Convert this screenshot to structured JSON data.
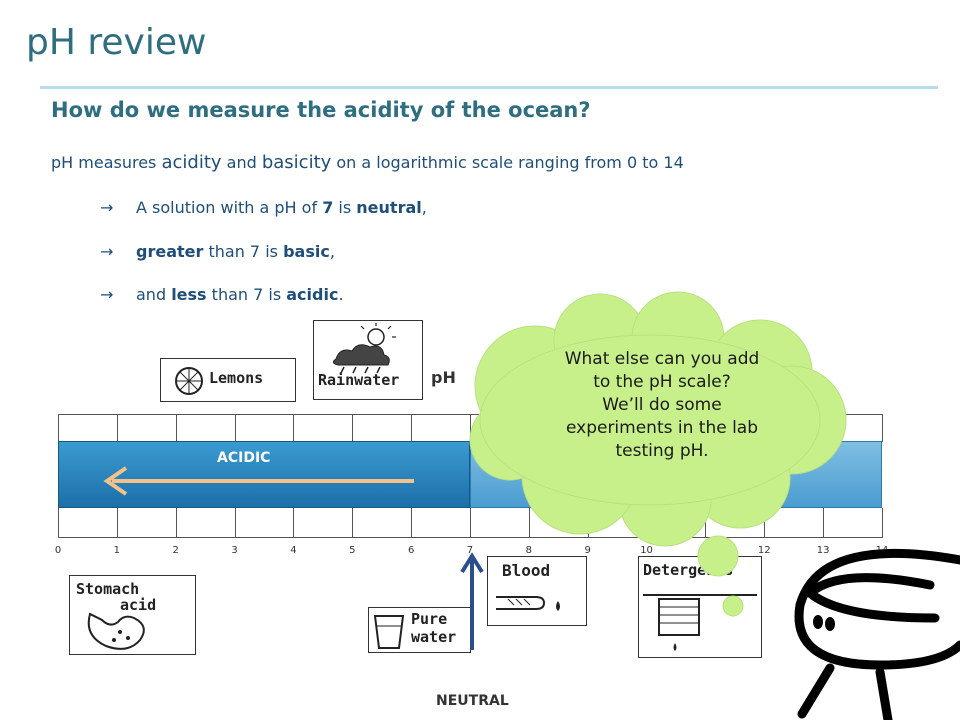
{
  "slide": {
    "title": "pH review",
    "subtitle": "How do we measure the acidity of the ocean?"
  },
  "intro": {
    "p1": "pH measures ",
    "acidity": "acidity",
    "p2": " and ",
    "basicity": "basicity",
    "p3": " on a logarithmic scale ranging from 0 to 14"
  },
  "bullets": {
    "arrow": "→",
    "b1_a": "A solution with a pH of ",
    "b1_b": "7",
    "b1_c": " is ",
    "b1_d": "neutral",
    "b1_e": ",",
    "b2_a": "greater",
    "b2_b": " than 7 is ",
    "b2_c": "basic",
    "b2_d": ",",
    "b3_a": "and ",
    "b3_b": "less",
    "b3_c": " than 7 is ",
    "b3_d": "acidic",
    "b3_e": "."
  },
  "scale": {
    "ticks": [
      "0",
      "1",
      "2",
      "3",
      "4",
      "5",
      "6",
      "7",
      "8",
      "9",
      "10",
      "11",
      "12",
      "13",
      "14"
    ],
    "acidic": "ACIDIC",
    "ph": "pH",
    "neutral": "NEUTRAL"
  },
  "pictures": {
    "lemons": "Lemons",
    "rainwater": "Rainwater",
    "stomach": "Stomach",
    "acid": "acid",
    "pure": "Pure",
    "water": "water",
    "blood": "Blood",
    "detergents": "Detergents"
  },
  "cloud": {
    "line1": "What else can you add",
    "line2": "to the pH scale?",
    "line3": "We’ll do some",
    "line4": "experiments in the lab",
    "line5": "testing pH."
  },
  "colors": {
    "title": "#2e6e80",
    "text": "#1f4e79",
    "acid_bar": "#2a87c0",
    "base_bar": "#6fb3de",
    "cloud_fill": "#c8f08a",
    "acid_arrow": "#f2c28a",
    "neutral_arrow": "#2b4f8a"
  }
}
